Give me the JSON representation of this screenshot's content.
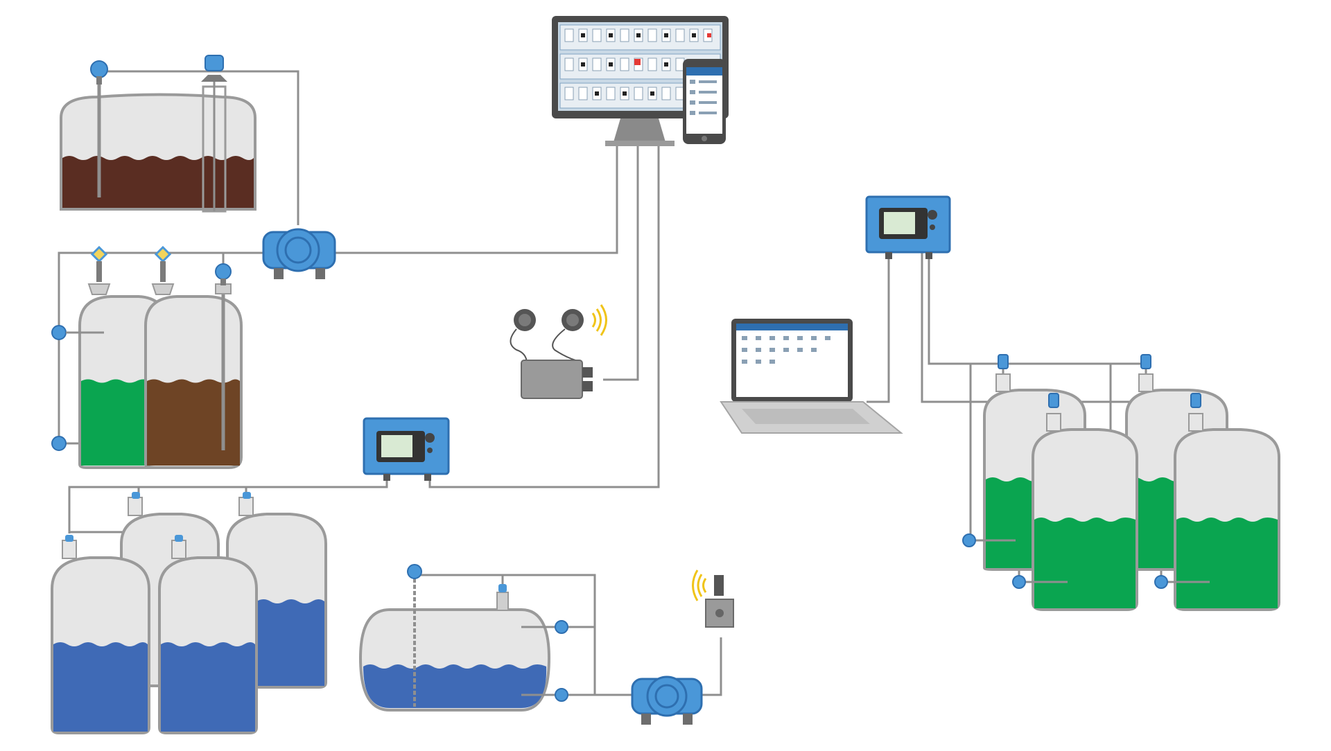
{
  "colors": {
    "background": "#ffffff",
    "tank_shell": "#e6e6e6",
    "tank_outline": "#9a9a9a",
    "pipe": "#8f8f8f",
    "device_blue": "#4a97d8",
    "device_blue_dark": "#2e6fb0",
    "screen_green": "#d9ead3",
    "liquid_brown_dark": "#5a2d22",
    "liquid_brown": "#6e4425",
    "liquid_green": "#0aa550",
    "liquid_blue": "#3f6ab6",
    "monitor_bezel": "#4a4a4a",
    "monitor_screen_bg": "#c9d9e6",
    "laptop_body": "#d0d0d0",
    "alarm_red": "#e53935"
  },
  "icons": [
    "level-transmitter-icon",
    "wireless-signal-icon",
    "controller-display-icon",
    "monitor-icon",
    "smartphone-icon",
    "laptop-icon",
    "gateway-icon",
    "pressure-sensor-icon"
  ],
  "liquid_levels": {
    "top_left_tank": 0.48,
    "mid_left_green_tank": 0.47,
    "mid_left_brown_tank": 0.53,
    "bottom_left_back_tank": 0.45,
    "bottom_left_front_tanks": 0.5,
    "horizontal_tank": 0.46,
    "right_back_tanks": 0.5,
    "right_front_tanks": 0.49
  }
}
